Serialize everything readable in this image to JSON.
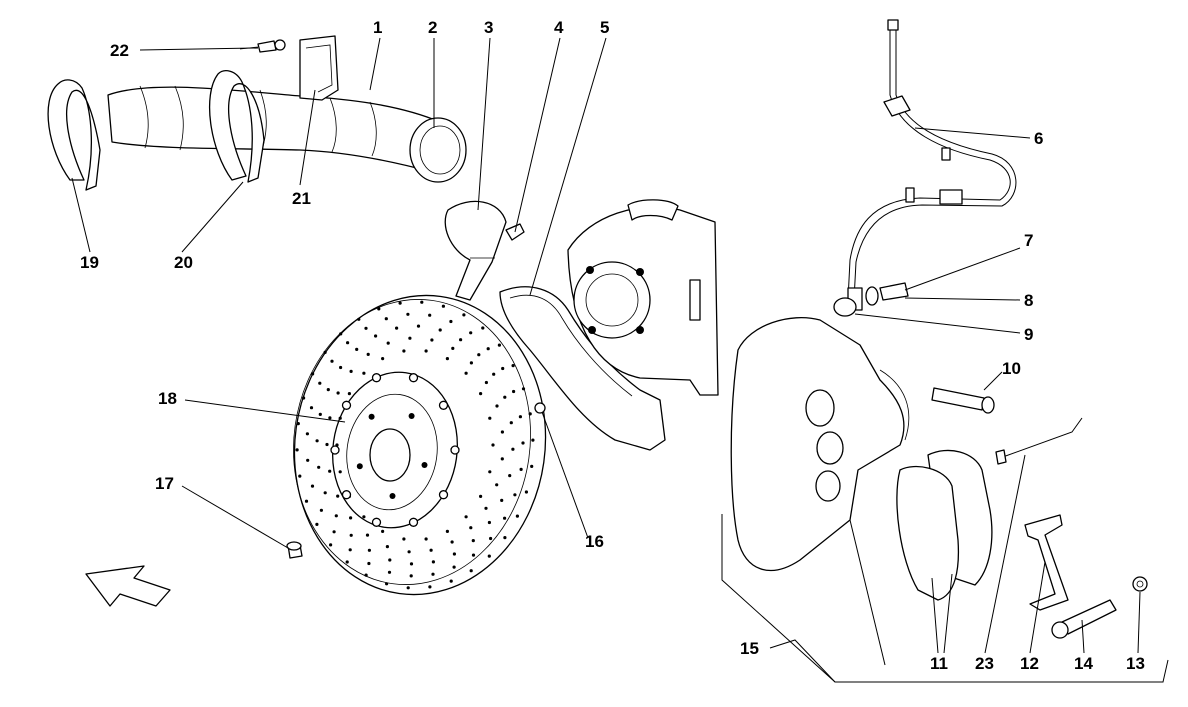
{
  "callouts": [
    {
      "id": "1",
      "text": "1"
    },
    {
      "id": "2",
      "text": "2"
    },
    {
      "id": "3",
      "text": "3"
    },
    {
      "id": "4",
      "text": "4"
    },
    {
      "id": "5",
      "text": "5"
    },
    {
      "id": "6",
      "text": "6"
    },
    {
      "id": "7",
      "text": "7"
    },
    {
      "id": "8",
      "text": "8"
    },
    {
      "id": "9",
      "text": "9"
    },
    {
      "id": "10",
      "text": "10"
    },
    {
      "id": "11",
      "text": "11"
    },
    {
      "id": "12",
      "text": "12"
    },
    {
      "id": "13",
      "text": "13"
    },
    {
      "id": "14",
      "text": "14"
    },
    {
      "id": "15",
      "text": "15"
    },
    {
      "id": "16",
      "text": "16"
    },
    {
      "id": "17",
      "text": "17"
    },
    {
      "id": "18",
      "text": "18"
    },
    {
      "id": "19",
      "text": "19"
    },
    {
      "id": "20",
      "text": "20"
    },
    {
      "id": "21",
      "text": "21"
    },
    {
      "id": "22",
      "text": "22"
    },
    {
      "id": "23",
      "text": "23"
    }
  ],
  "icons": {
    "direction_arrow": "direction-arrow-icon"
  }
}
